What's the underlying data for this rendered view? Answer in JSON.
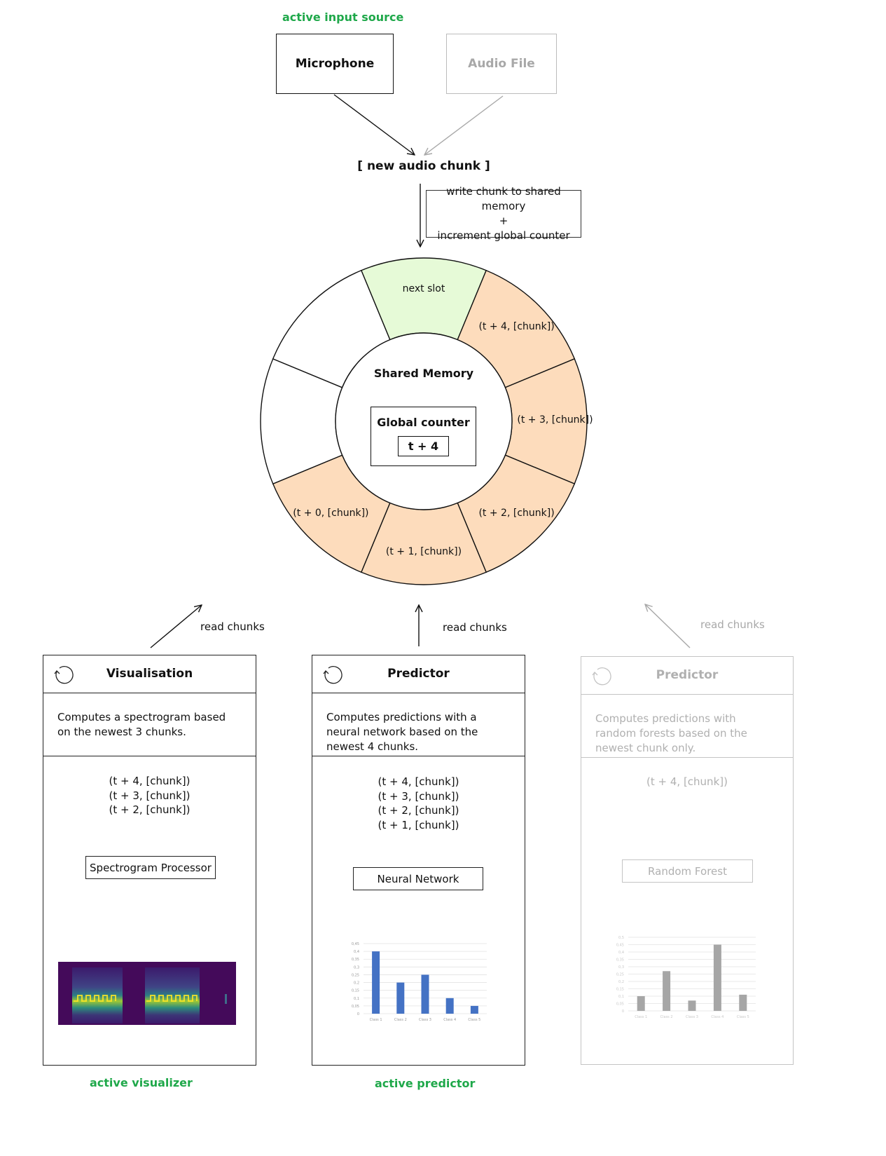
{
  "input": {
    "active_label": "active input source",
    "microphone": "Microphone",
    "audio_file": "Audio File",
    "new_chunk": "[ new audio chunk ]",
    "write_note": [
      "write chunk to shared memory",
      "+",
      "increment global counter"
    ]
  },
  "memory": {
    "title": "Shared Memory",
    "counter_title": "Global counter",
    "counter_value": "t + 4",
    "slots": [
      {
        "label": "next slot",
        "fill": "#e6fad7"
      },
      {
        "label": "(t + 4, [chunk])",
        "fill": "#fddcbc"
      },
      {
        "label": "(t + 3, [chunk])",
        "fill": "#fddcbc"
      },
      {
        "label": "(t + 2, [chunk])",
        "fill": "#fddcbc"
      },
      {
        "label": "(t + 1, [chunk])",
        "fill": "#fddcbc"
      },
      {
        "label": "(t + 0, [chunk])",
        "fill": "#fddcbc"
      },
      {
        "label": "",
        "fill": "#ffffff"
      },
      {
        "label": "",
        "fill": "#ffffff"
      }
    ]
  },
  "read_label": "read chunks",
  "cards": {
    "visual": {
      "title": "Visualisation",
      "desc": "Computes a spectrogram based on the newest 3 chunks.",
      "chunks": [
        "(t + 4, [chunk])",
        "(t + 3, [chunk])",
        "(t + 2, [chunk])"
      ],
      "processor": "Spectrogram Processor",
      "footer": "active visualizer"
    },
    "nn": {
      "title": "Predictor",
      "desc": "Computes predictions with a neural network based on the newest 4 chunks.",
      "chunks": [
        "(t + 4, [chunk])",
        "(t + 3, [chunk])",
        "(t + 2, [chunk])",
        "(t + 1, [chunk])"
      ],
      "processor": "Neural Network",
      "footer": "active predictor"
    },
    "rf": {
      "title": "Predictor",
      "desc": "Computes predictions with random forests based on the newest chunk only.",
      "chunks": [
        "(t + 4, [chunk])"
      ],
      "processor": "Random Forest"
    }
  },
  "chart_data": [
    {
      "type": "bar",
      "categories": [
        "Class 1",
        "Class 2",
        "Class 3",
        "Class 4",
        "Class 5"
      ],
      "values": [
        0.4,
        0.2,
        0.25,
        0.1,
        0.05
      ],
      "ylim": [
        0,
        0.45
      ],
      "yticks": [
        "0",
        "0,05",
        "0,1",
        "0,15",
        "0,2",
        "0,25",
        "0,3",
        "0,35",
        "0,4",
        "0,45"
      ],
      "color": "#4472c4"
    },
    {
      "type": "bar",
      "categories": [
        "Class 1",
        "Class 2",
        "Class 3",
        "Class 4",
        "Class 5"
      ],
      "values": [
        0.1,
        0.27,
        0.07,
        0.45,
        0.11
      ],
      "ylim": [
        0,
        0.5
      ],
      "yticks": [
        "0",
        "0,05",
        "0,1",
        "0,15",
        "0,2",
        "0,25",
        "0,3",
        "0,35",
        "0,4",
        "0,45",
        "0,5"
      ],
      "color": "#a6a6a6"
    }
  ]
}
